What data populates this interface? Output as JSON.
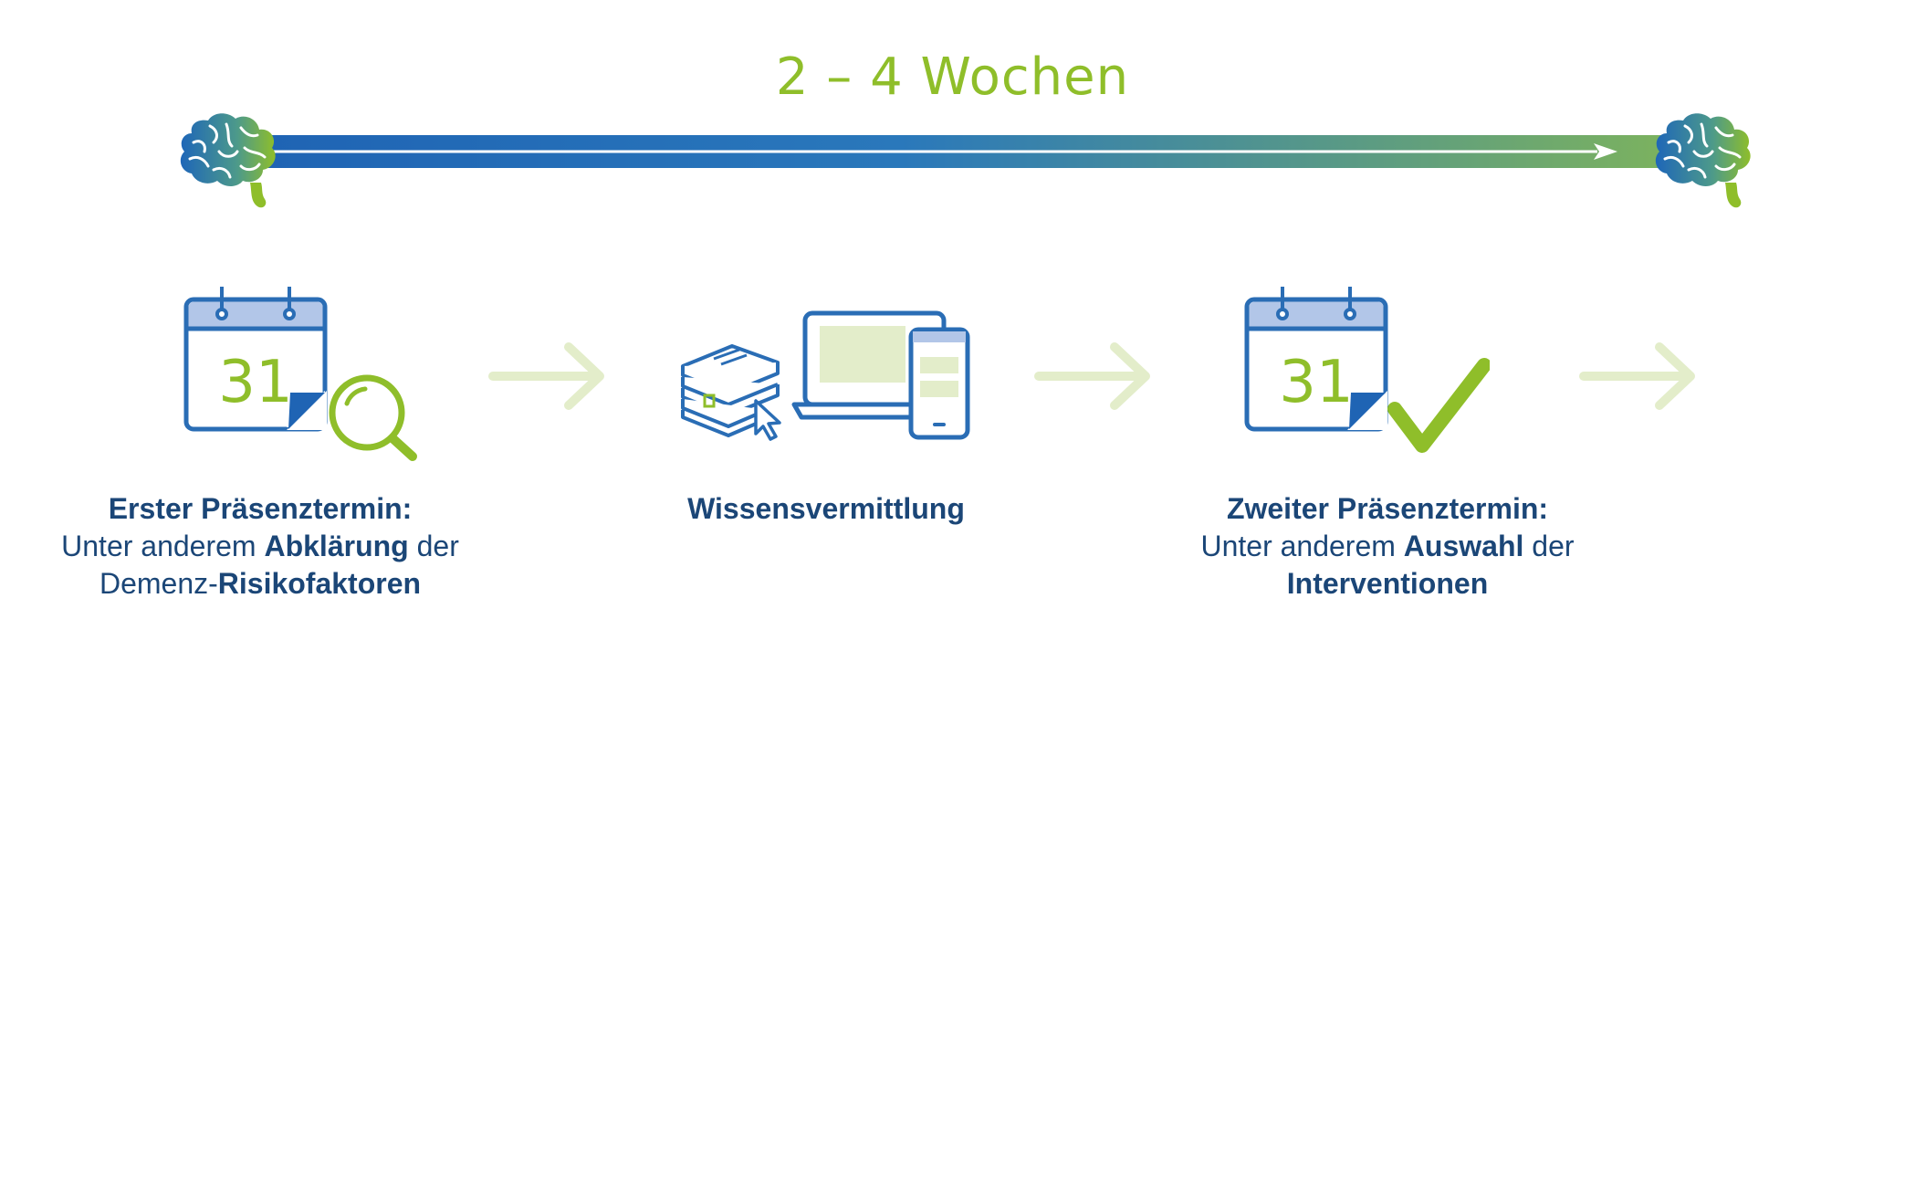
{
  "header": {
    "duration": "2 – 4 Wochen"
  },
  "colors": {
    "dark_blue": "#1b4677",
    "blue": "#2a6db5",
    "green": "#8fbe2a",
    "light_green": "#e3edca",
    "light_blue": "#b2c6e8"
  },
  "calendar": {
    "day": "31"
  },
  "steps": [
    {
      "title": "Erster Präsenztermin:",
      "line2_pre": "Unter anderem ",
      "line2_bold": "Abklärung",
      "line2_post": " der",
      "line3_pre": "Demenz-",
      "line3_bold": "Risikofaktoren"
    },
    {
      "title": "Wissensvermittlung"
    },
    {
      "title": "Zweiter Präsenztermin:",
      "line2_pre": "Unter anderem ",
      "line2_bold": "Auswahl",
      "line2_post": " der",
      "line3_bold": "Interventionen"
    }
  ]
}
